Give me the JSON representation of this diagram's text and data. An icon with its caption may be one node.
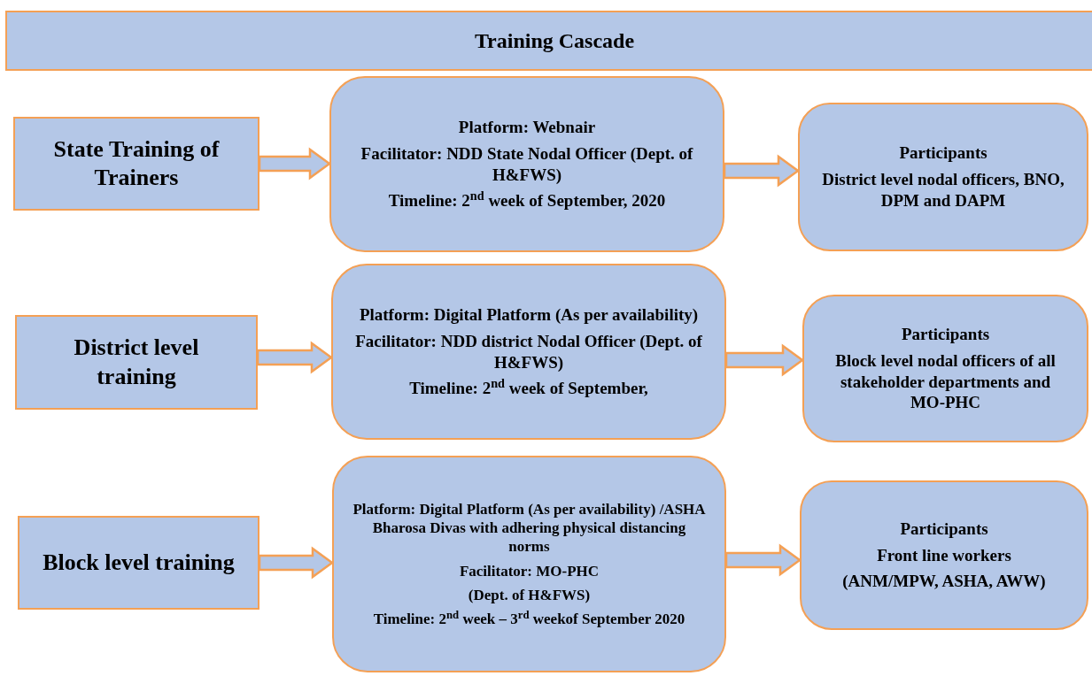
{
  "diagram": {
    "title": "Training Cascade",
    "nodes": [
      {
        "text": [
          "State Training of Trainers"
        ]
      },
      {
        "text": [
          "Platform: Webnair",
          "Facilitator: NDD State Nodal Officer (Dept. of H&FWS)",
          "Timeline: 2$^{nd}$  week of September, 2020"
        ]
      },
      {
        "text": [
          "Participants",
          "District level nodal officers, BNO, DPM and DAPM"
        ]
      },
      {
        "text": [
          "District level training"
        ]
      },
      {
        "text": [
          "Platform: Digital Platform (As per availability)",
          "Facilitator: NDD district Nodal Officer (Dept. of H&FWS)",
          "Timeline: 2$^{nd}$  week of September,"
        ]
      },
      {
        "text": [
          "Participants",
          "Block level nodal officers of all stakeholder departments and MO-PHC"
        ]
      },
      {
        "text": [
          "Block level training"
        ]
      },
      {
        "text": [
          "Platform: Digital Platform (As per availability) /ASHA Bharosa Divas with adhering physical distancing norms",
          "Facilitator: MO-PHC",
          "(Dept. of H&FWS)",
          "Timeline: 2$^{nd}$ week – 3$^{rd}$ weekof September 2020"
        ]
      },
      {
        "text": [
          "Participants",
          "Front line workers",
          "(ANM/MPW, ASHA, AWW)"
        ]
      }
    ],
    "edges": [
      {
        "from": 0,
        "to": 1,
        "arrow": "to"
      },
      {
        "from": 1,
        "to": 2,
        "arrow": "to"
      },
      {
        "from": 3,
        "to": 4,
        "arrow": "to"
      },
      {
        "from": 4,
        "to": 5,
        "arrow": "to"
      },
      {
        "from": 6,
        "to": 7,
        "arrow": "to"
      },
      {
        "from": 7,
        "to": 8,
        "arrow": "to"
      }
    ]
  }
}
